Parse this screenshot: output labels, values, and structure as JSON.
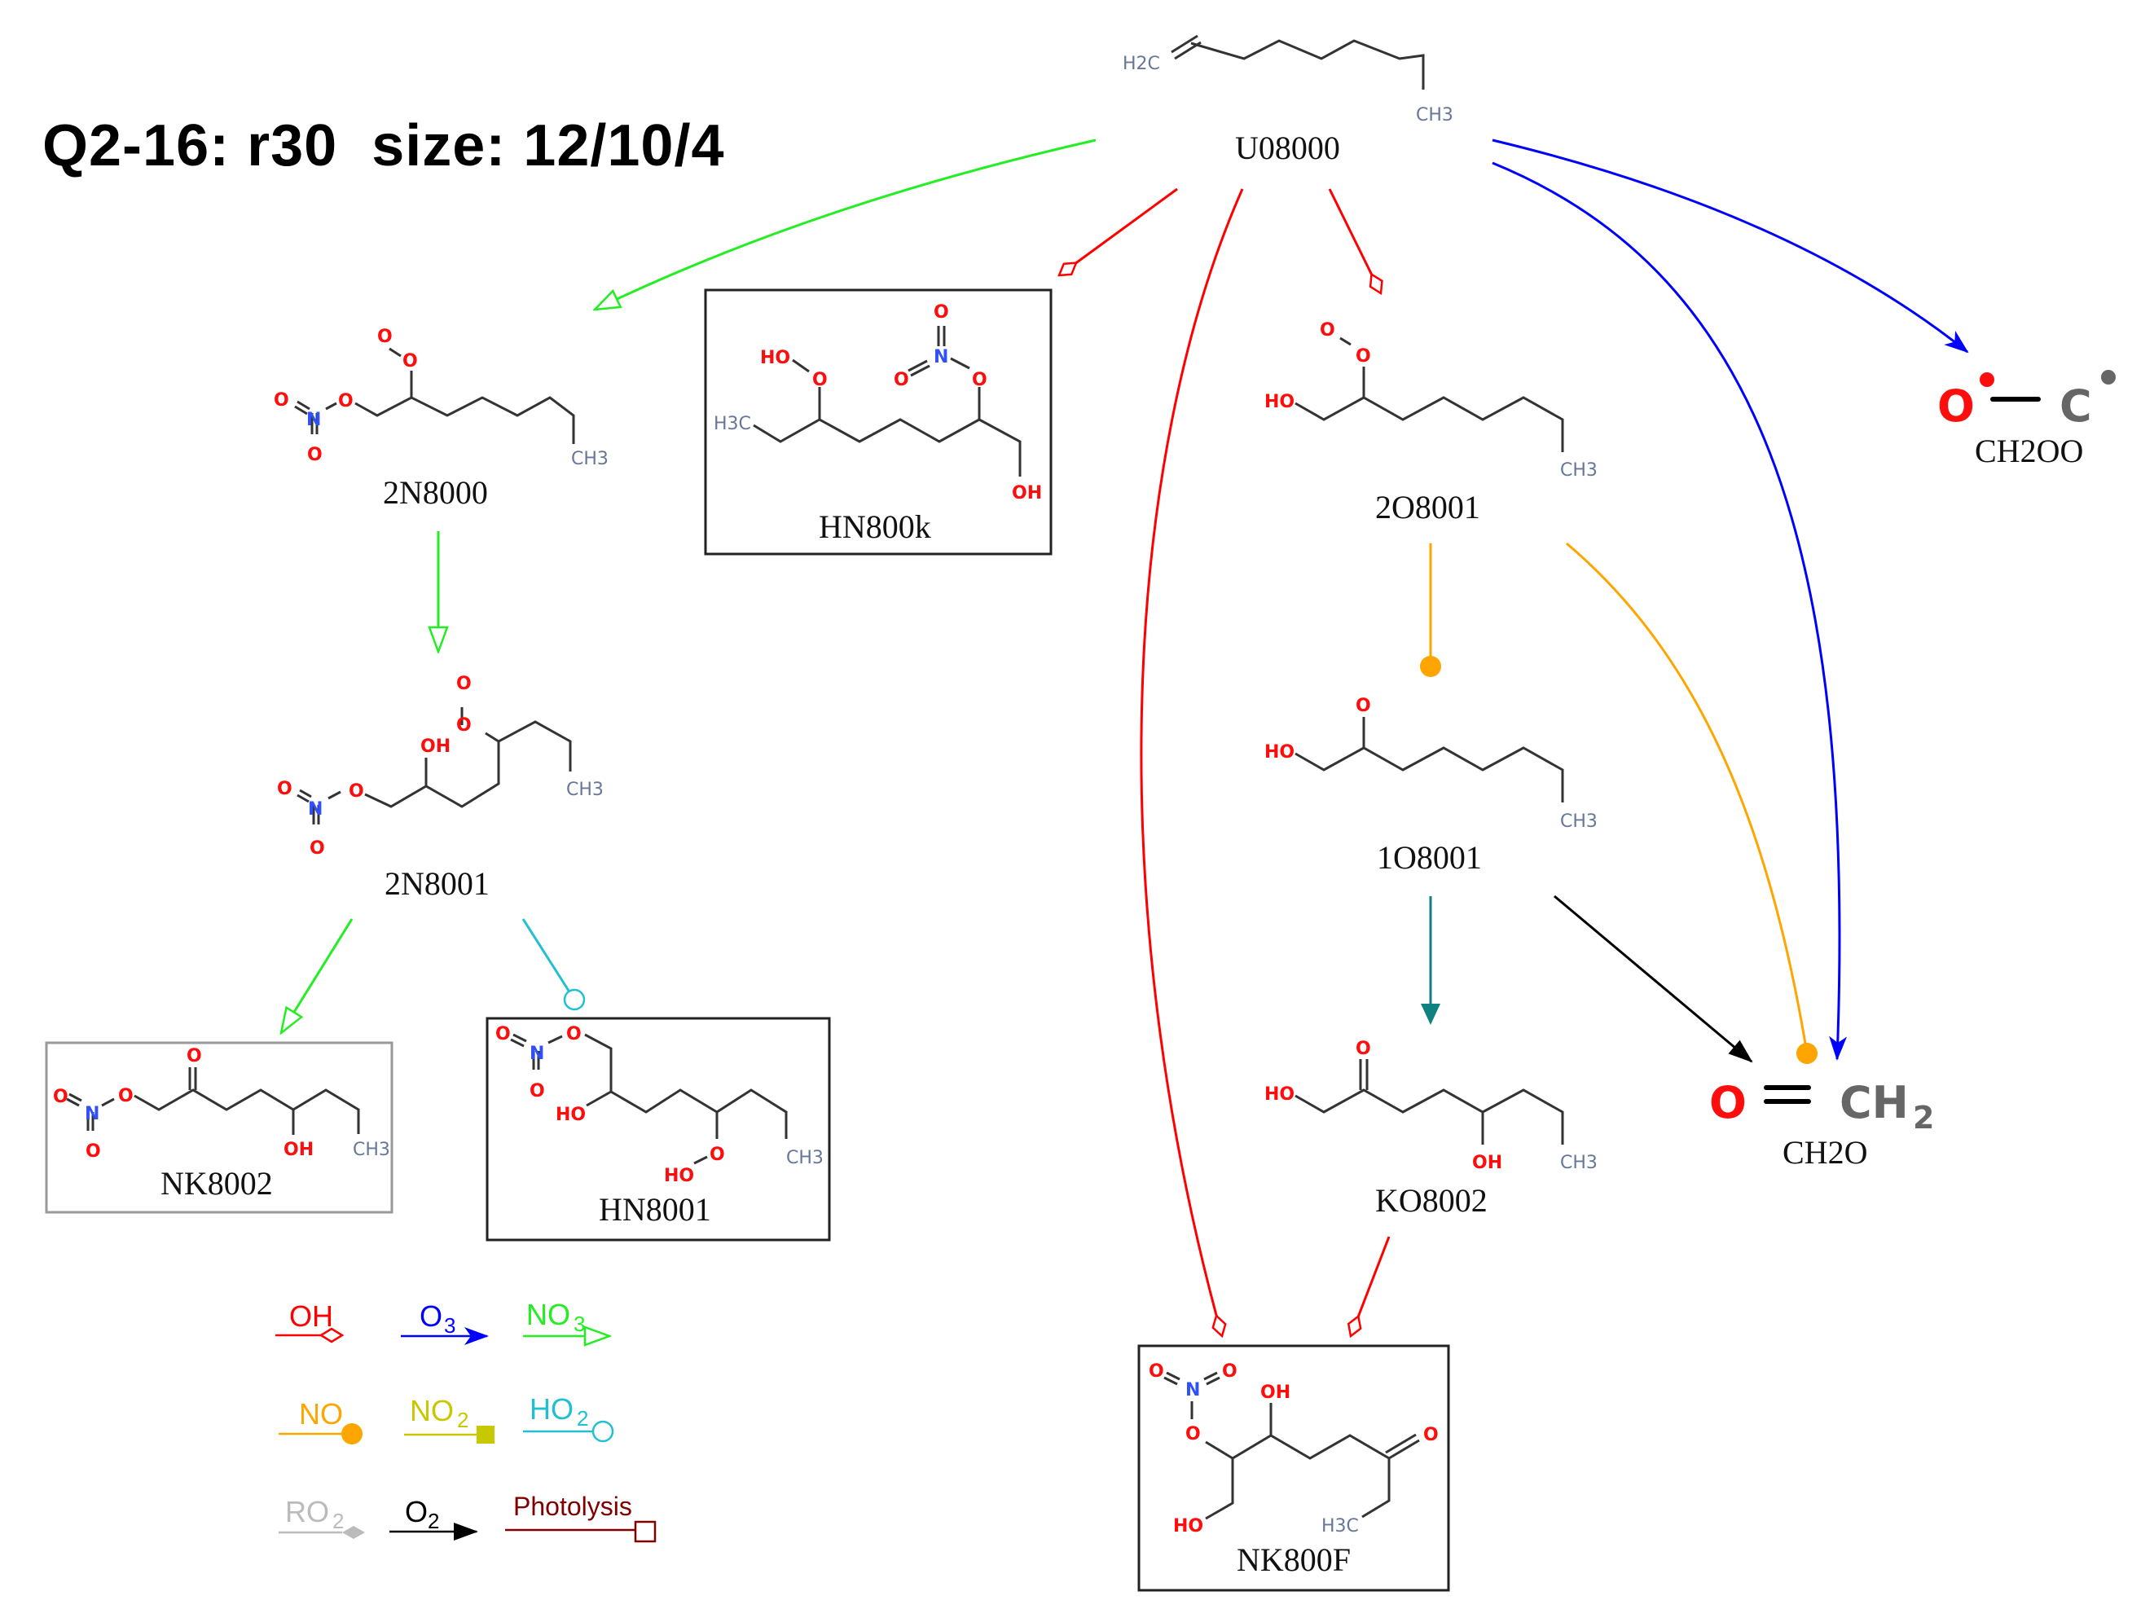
{
  "header": {
    "title": "Q2-16: r30  size: 12/10/4"
  },
  "colors": {
    "OH": "#ff0000",
    "O3": "#0000ff",
    "NO3": "#22ee22",
    "NO": "#ffa500",
    "NO2": "#c8c800",
    "HO2": "#20c0d0",
    "RO2": "#bbbbbb",
    "O2": "#000000",
    "Photolysis": "#800000",
    "teal": "#108080",
    "oxygen": "#ff0d0d",
    "nitrogen": "#3050f8",
    "carbon_label": "#667799",
    "bond": "#333333"
  },
  "species": {
    "root": {
      "id": "U08000",
      "h2c": "H2C",
      "ch3": "CH3"
    },
    "n2N8000": {
      "id": "2N8000",
      "atoms": [
        "O",
        "O",
        "O",
        "N",
        "O",
        "O",
        "CH3"
      ]
    },
    "n2N8001": {
      "id": "2N8001",
      "atoms": [
        "O",
        "O",
        "OH",
        "O",
        "N",
        "O",
        "O",
        "CH3"
      ]
    },
    "nHN800k": {
      "id": "HN800k",
      "atoms": [
        "HO",
        "O",
        "O",
        "N",
        "O",
        "O",
        "H3C",
        "OH"
      ]
    },
    "nNK8002": {
      "id": "NK8002",
      "atoms": [
        "O",
        "O",
        "N",
        "O",
        "O",
        "OH",
        "CH3"
      ]
    },
    "nHN8001": {
      "id": "HN8001",
      "atoms": [
        "O",
        "N",
        "O",
        "O",
        "HO",
        "O",
        "HO",
        "CH3"
      ]
    },
    "n2O8001": {
      "id": "2O8001",
      "atoms": [
        "O",
        "O",
        "HO",
        "CH3"
      ]
    },
    "n1O8001": {
      "id": "1O8001",
      "atoms": [
        "O",
        "HO",
        "CH3"
      ]
    },
    "nKO8002": {
      "id": "KO8002",
      "atoms": [
        "O",
        "HO",
        "OH",
        "CH3"
      ]
    },
    "nNK800F": {
      "id": "NK800F",
      "atoms": [
        "O",
        "O",
        "N",
        "O",
        "OH",
        "O",
        "HO",
        "H3C"
      ]
    },
    "CH2OO": {
      "id": "CH2OO",
      "o": "O",
      "c": "C"
    },
    "CH2O": {
      "id": "CH2O",
      "o": "O",
      "ch": "CH",
      "sub": "2"
    }
  },
  "reactions": [
    {
      "from": "U08000",
      "to": "2N8000",
      "type": "NO3"
    },
    {
      "from": "U08000",
      "to": "HN800k",
      "type": "OH"
    },
    {
      "from": "U08000",
      "to": "NK800F",
      "type": "OH"
    },
    {
      "from": "U08000",
      "to": "2O8001",
      "type": "OH"
    },
    {
      "from": "U08000",
      "to": "CH2OO",
      "type": "O3"
    },
    {
      "from": "U08000",
      "to": "CH2O",
      "type": "O3"
    },
    {
      "from": "2N8000",
      "to": "2N8001",
      "type": "NO3"
    },
    {
      "from": "2N8001",
      "to": "NK8002",
      "type": "NO3"
    },
    {
      "from": "2N8001",
      "to": "HN8001",
      "type": "HO2"
    },
    {
      "from": "2O8001",
      "to": "1O8001",
      "type": "NO"
    },
    {
      "from": "2O8001",
      "to": "CH2O",
      "type": "NO"
    },
    {
      "from": "1O8001",
      "to": "KO8002",
      "type": "isomerization"
    },
    {
      "from": "1O8001",
      "to": "CH2O",
      "type": "O2"
    },
    {
      "from": "KO8002",
      "to": "NK800F",
      "type": "OH"
    }
  ],
  "legend": {
    "items": [
      {
        "key": "OH",
        "label": "OH",
        "sub": ""
      },
      {
        "key": "O3",
        "label": "O",
        "sub": "3"
      },
      {
        "key": "NO3",
        "label": "NO",
        "sub": "3"
      },
      {
        "key": "NO",
        "label": "NO",
        "sub": ""
      },
      {
        "key": "NO2",
        "label": "NO",
        "sub": "2"
      },
      {
        "key": "HO2",
        "label": "HO",
        "sub": "2"
      },
      {
        "key": "RO2",
        "label": "RO",
        "sub": "2"
      },
      {
        "key": "O2",
        "label": "O",
        "sub": "2"
      },
      {
        "key": "Photolysis",
        "label": "Photolysis",
        "sub": ""
      }
    ]
  }
}
